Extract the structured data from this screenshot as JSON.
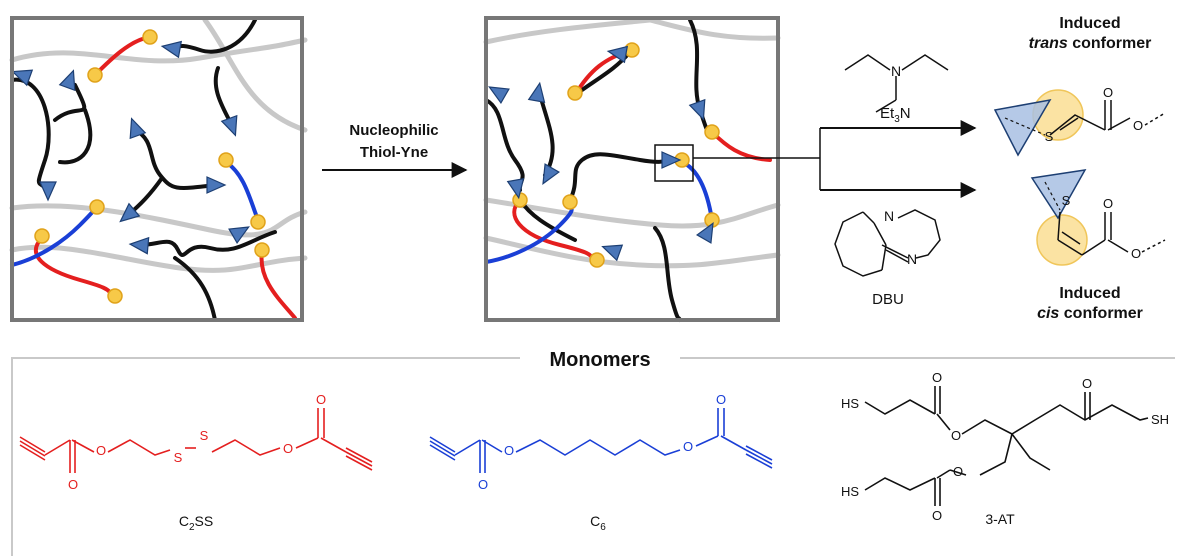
{
  "reaction": {
    "arrow_label_line1": "Nucleophilic",
    "arrow_label_line2": "Thiol-Yne"
  },
  "catalysts": {
    "top": {
      "name_main": "Et",
      "name_sub": "3",
      "name_tail": "N",
      "atom_N": "N"
    },
    "bottom": {
      "name": "DBU",
      "atom_N1": "N",
      "atom_N2": "N"
    }
  },
  "products": {
    "trans": {
      "line1": "Induced",
      "word_italic": "trans",
      "word_rest": " conformer",
      "atom_S": "S",
      "atom_O1": "O",
      "atom_O2": "O"
    },
    "cis": {
      "line1": "Induced",
      "word_italic": "cis",
      "word_rest": " conformer",
      "atom_S": "S",
      "atom_O1": "O",
      "atom_O2": "O"
    }
  },
  "monomers_panel": {
    "title": "Monomers",
    "c2ss": {
      "label_main": "C",
      "label_sub": "2",
      "label_tail": "SS",
      "atom_O1": "O",
      "atom_O2": "O",
      "atom_O3": "O",
      "atom_O4": "O",
      "atom_S1": "S",
      "atom_S2": "S"
    },
    "c6": {
      "label_main": "C",
      "label_sub": "6",
      "atom_O1": "O",
      "atom_O2": "O",
      "atom_O3": "O",
      "atom_O4": "O"
    },
    "at3": {
      "label": "3-AT",
      "atom_HS1": "HS",
      "atom_HS2": "HS",
      "atom_SH": "SH",
      "atom_O1": "O",
      "atom_O2": "O",
      "atom_O3": "O",
      "atom_O4": "O",
      "atom_O5": "O"
    }
  },
  "colors": {
    "red": "#e41f1f",
    "blue": "#1a3fd6",
    "black": "#111111",
    "grey_fiber": "#c8c8c8",
    "frame": "#777777",
    "node_fill": "#f7c948",
    "node_stroke": "#e0a21a",
    "triangle_fill": "#4a76b8",
    "triangle_stroke": "#1d3f73",
    "highlight_circle": "#fbe3a3"
  },
  "icons": [
    "thiol-node-icon",
    "alkyne-triangle-icon"
  ]
}
